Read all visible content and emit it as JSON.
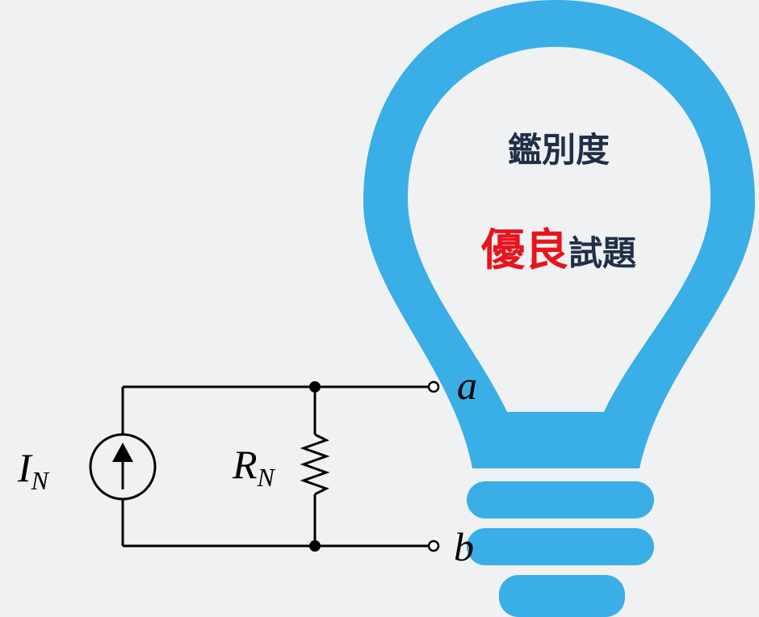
{
  "bulb": {
    "line1": "鑑別度",
    "line2_highlight": "優良",
    "line2_rest": "試題",
    "color": "#3aaee6",
    "highlight_color": "#e8141c",
    "text_color": "#1f2f47"
  },
  "circuit": {
    "source_label": "I",
    "source_sub": "N",
    "resistor_label": "R",
    "resistor_sub": "N",
    "terminal_a": "a",
    "terminal_b": "b"
  }
}
